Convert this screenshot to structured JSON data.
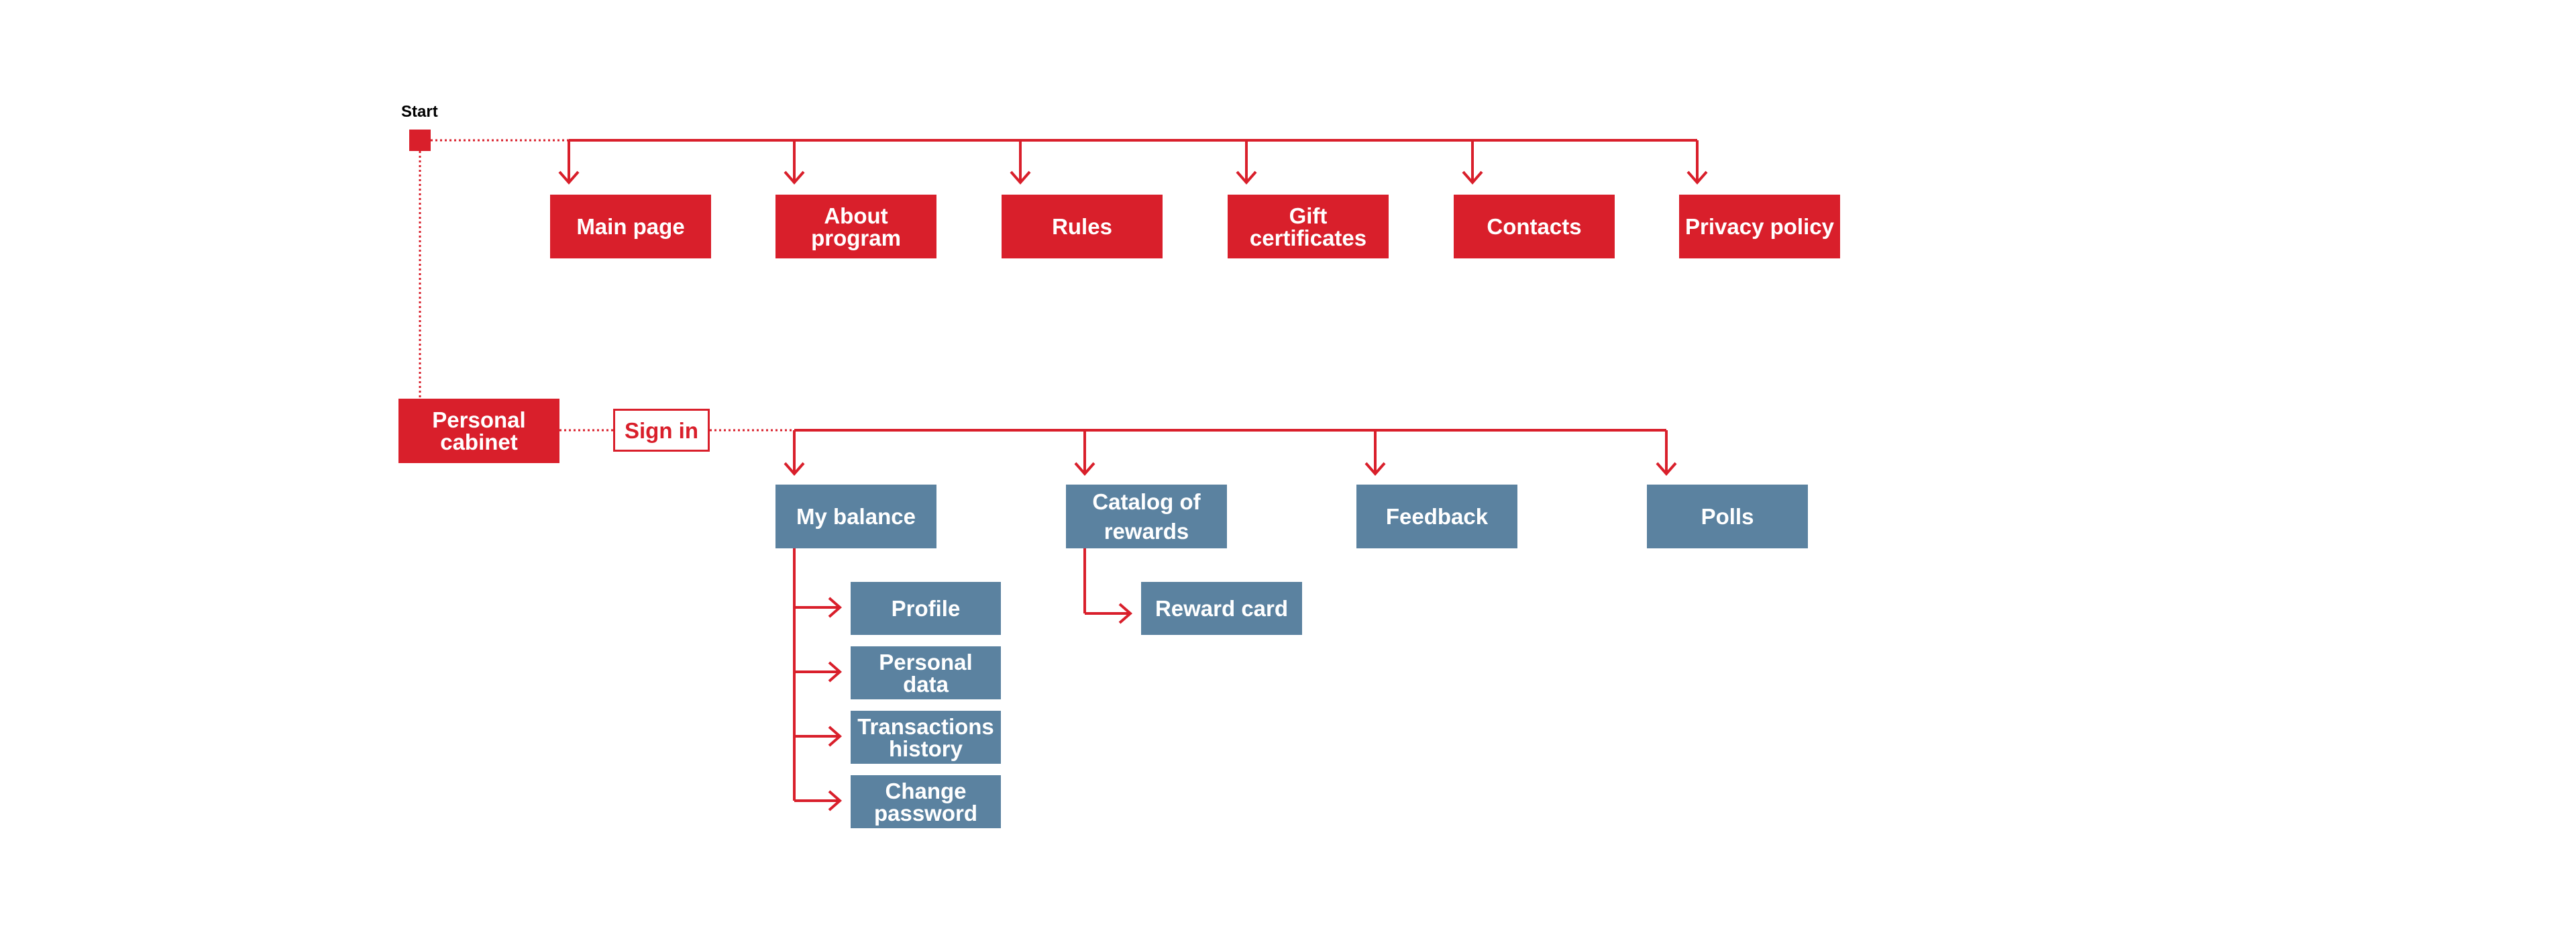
{
  "colors": {
    "primary_red": "#d91f2b",
    "node_blue": "#5b82a0",
    "line_red": "#d91f2b"
  },
  "start": {
    "label": "Start"
  },
  "public_pages": [
    {
      "label": "Main page"
    },
    {
      "label": "About\nprogram"
    },
    {
      "label": "Rules"
    },
    {
      "label": "Gift\ncertificates"
    },
    {
      "label": "Contacts"
    },
    {
      "label": "Privacy policy"
    }
  ],
  "personal_cabinet": {
    "label": "Personal\ncabinet"
  },
  "sign_in": {
    "label": "Sign in"
  },
  "cabinet_sections": [
    {
      "label": "My balance"
    },
    {
      "label": "Catalog of\nrewards"
    },
    {
      "label": "Feedback"
    },
    {
      "label": "Polls"
    }
  ],
  "balance_subpages": [
    {
      "label": "Profile"
    },
    {
      "label": "Personal\ndata"
    },
    {
      "label": "Transactions\nhistory"
    },
    {
      "label": "Change\npassword"
    }
  ],
  "catalog_subpages": [
    {
      "label": "Reward card"
    }
  ]
}
